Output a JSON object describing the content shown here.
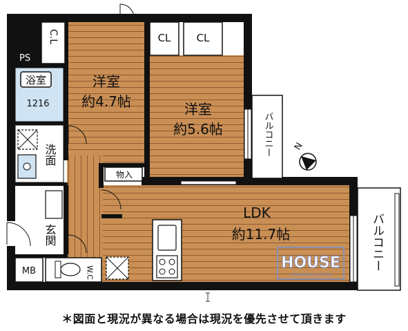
{
  "labels": {
    "ps": "PS",
    "bath": "浴室",
    "unitbath_size": "1216",
    "washroom": "洗面",
    "entrance": "玄関",
    "mb": "MB",
    "wc": "W.C",
    "cl_left": "C.L",
    "cl_mid": "CL",
    "cl_right": "CL",
    "room1_name": "洋室",
    "room1_size": "約4.7帖",
    "room2_name": "洋室",
    "room2_size": "約5.6帖",
    "storage": "物入",
    "ldk_name": "LDK",
    "ldk_size": "約11.7帖",
    "balcony_small": "バルコニー",
    "balcony_large": "バルコニー",
    "north": "N",
    "watermark_main": "HOUSE",
    "watermark_sub": "COMMUNICATION"
  },
  "note": "＊図面と現況が異なる場合は現況を優先させて頂きます",
  "colors": {
    "floor": "#c98f55",
    "floor_lines": "#8f5a2c",
    "bath": "#cfe3f3",
    "wall": "#111111",
    "watermark": "#8a8fb0"
  }
}
